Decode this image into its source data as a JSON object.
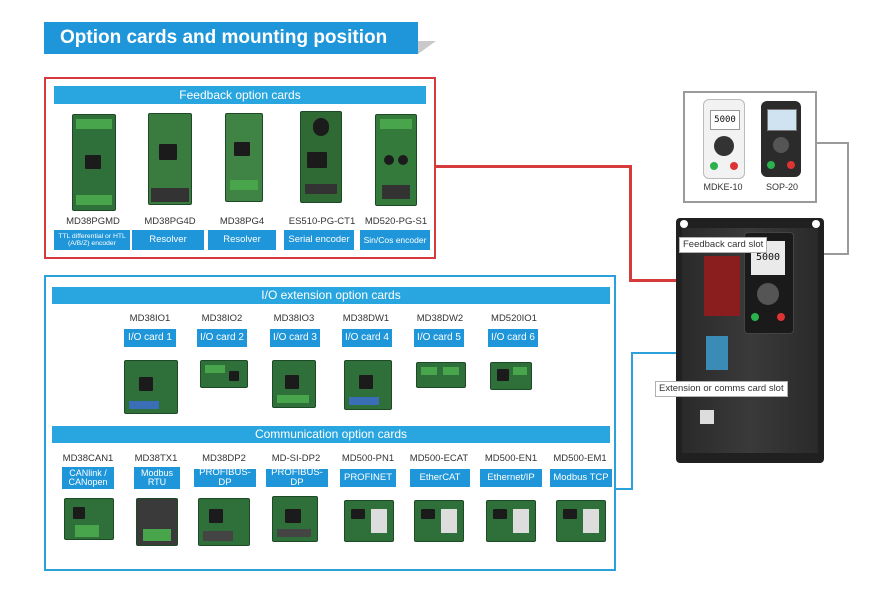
{
  "title": "Option cards and mounting position",
  "feedback": {
    "header": "Feedback option cards",
    "cards": [
      {
        "model": "MD38PGMD",
        "label": "TTL differential or HTL (A/B/Z) encoder"
      },
      {
        "model": "MD38PG4D",
        "label": "Resolver"
      },
      {
        "model": "MD38PG4",
        "label": "Resolver"
      },
      {
        "model": "ES510-PG-CT1",
        "label": "Serial encoder"
      },
      {
        "model": "MD520-PG-S1",
        "label": "Sin/Cos encoder"
      }
    ]
  },
  "io": {
    "header": "I/O extension option cards",
    "cards": [
      {
        "model": "MD38IO1",
        "label": "I/O card 1"
      },
      {
        "model": "MD38IO2",
        "label": "I/O card 2"
      },
      {
        "model": "MD38IO3",
        "label": "I/O card 3"
      },
      {
        "model": "MD38DW1",
        "label": "I/O card 4"
      },
      {
        "model": "MD38DW2",
        "label": "I/O card 5"
      },
      {
        "model": "MD520IO1",
        "label": "I/O card 6"
      }
    ]
  },
  "comm": {
    "header": "Communication option cards",
    "cards": [
      {
        "model": "MD38CAN1",
        "label": "CANlink / CANopen"
      },
      {
        "model": "MD38TX1",
        "label": "Modbus RTU"
      },
      {
        "model": "MD38DP2",
        "label": "PROFIBUS-DP"
      },
      {
        "model": "MD-SI-DP2",
        "label": "PROFIBUS-DP"
      },
      {
        "model": "MD500-PN1",
        "label": "PROFINET"
      },
      {
        "model": "MD500-ECAT",
        "label": "EtherCAT"
      },
      {
        "model": "MD500-EN1",
        "label": "Ethernet/IP"
      },
      {
        "model": "MD500-EM1",
        "label": "Modbus TCP"
      }
    ]
  },
  "keypads": [
    {
      "model": "MDKE-10",
      "display": "5000"
    },
    {
      "model": "SOP-20"
    }
  ],
  "drive": {
    "feedback_slot": "Feedback card slot",
    "extension_slot": "Extension or comms card slot",
    "display": "5000"
  },
  "colors": {
    "accent": "#1e96d9",
    "feedback_frame": "#d73a3a",
    "io_frame": "#2aa0dc"
  }
}
